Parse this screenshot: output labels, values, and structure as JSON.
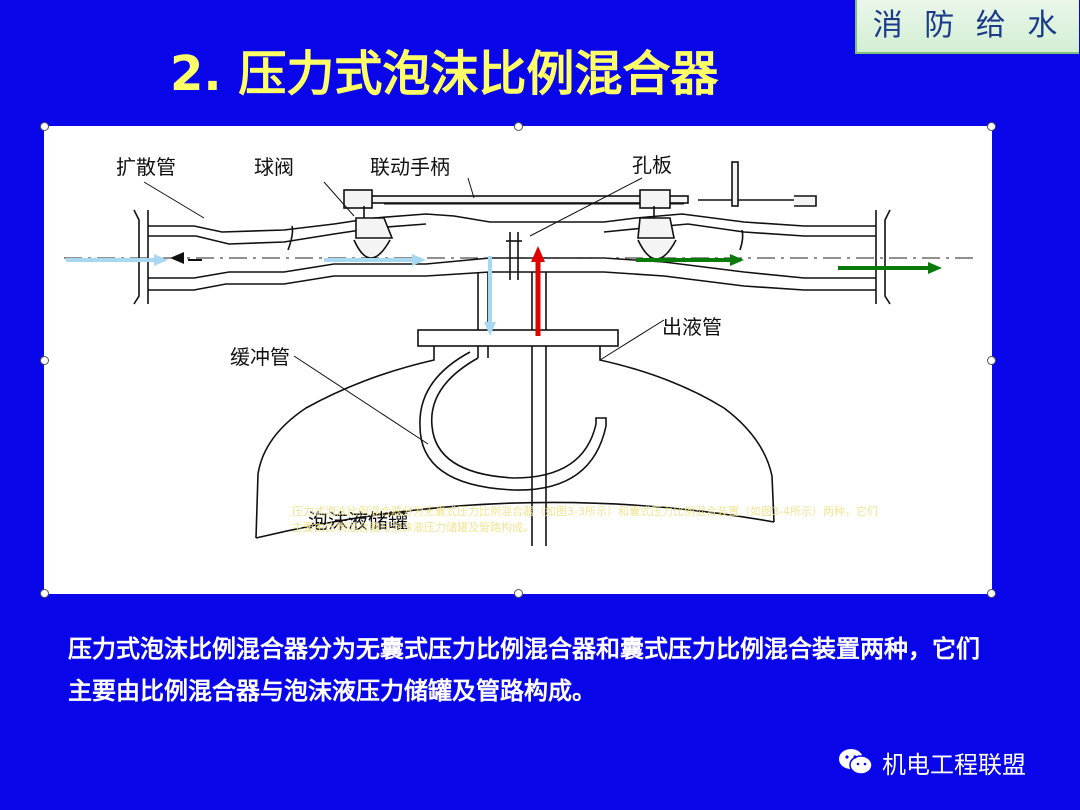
{
  "slide": {
    "badge": "消 防 给 水",
    "title": "2. 压力式泡沫比例混合器",
    "description": "压力式泡沫比例混合器分为无囊式压力比例混合器和囊式压力比例混合装置两种，它们主要由比例混合器与泡沫液压力储罐及管路构成。",
    "caption_overlay": "压力式泡沫比例混合器分为无囊式压力比例混合器（如图3-3所示）和囊式压力比例混合装置（如图3-4所示）两种，它们主要由比例混合器与泡沫液压力储罐及管路构成。",
    "watermark": "机电工程联盟"
  },
  "diagram": {
    "labels": {
      "diffuser": "扩散管",
      "ball_valve": "球阀",
      "linkage_handle": "联动手柄",
      "orifice_plate": "孔板",
      "outlet_pipe": "出液管",
      "buffer_pipe": "缓冲管",
      "foam_tank": "泡沫液储罐"
    },
    "colors": {
      "inflow_arrow": "#a8d8f0",
      "outflow_arrow": "#0a7a0a",
      "foam_arrow": "#e00000",
      "down_arrow": "#a8d8f0"
    },
    "icons": {
      "watermark_icon": "wechat-icon"
    }
  }
}
